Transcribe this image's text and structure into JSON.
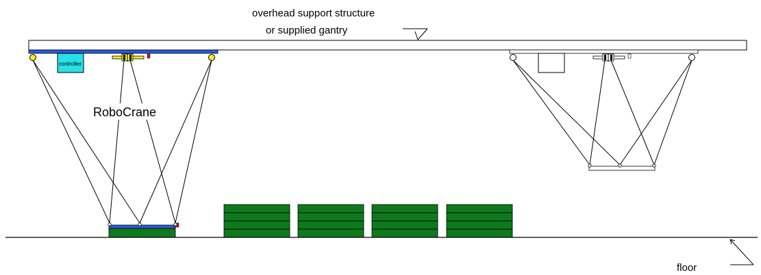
{
  "labels": {
    "support_line1": "overhead support structure",
    "support_line2": "or supplied gantry",
    "robocrane": "RoboCrane",
    "controller": "controller",
    "floor": "floor"
  },
  "colors": {
    "line": "#000000",
    "blue_rail": "#2a5bd7",
    "controller_fill": "#29e0e6",
    "pulley_fill": "#f2ef22",
    "load_green": "#0e7a1e",
    "red_marker": "#d01818",
    "white": "#ffffff"
  },
  "icons": {
    "support_marker": "triangle-marker-icon",
    "floor_pointer": "arrow-icon",
    "pulley": "pulley-icon",
    "winch": "winch-icon"
  }
}
